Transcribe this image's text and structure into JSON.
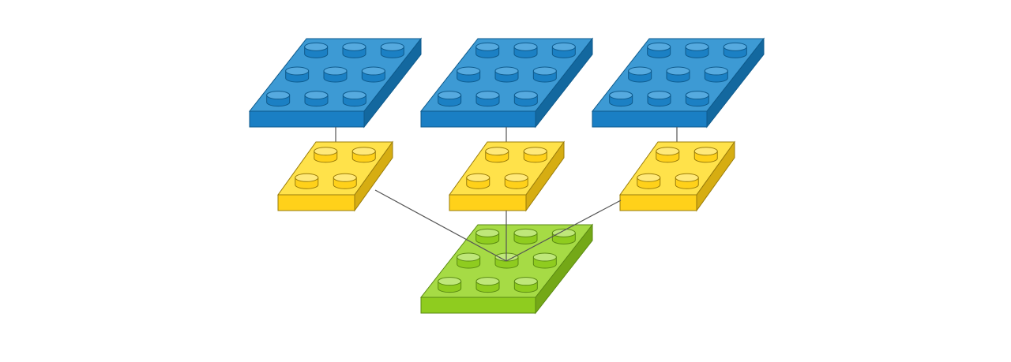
{
  "diagram": {
    "colors": {
      "blue": {
        "top": "#3d9ad4",
        "front": "#1a7fc4",
        "side": "#13689f",
        "stroke": "#0e5a8c",
        "stud_top": "#56aadf",
        "stud_side": "#1b80c4"
      },
      "yellow": {
        "top": "#ffe24a",
        "front": "#ffd11a",
        "side": "#d6ad12",
        "stroke": "#9a7c0a",
        "stud_top": "#ffe97a",
        "stud_side": "#ffd11a"
      },
      "green": {
        "top": "#a6db45",
        "front": "#8fcc1f",
        "side": "#74a817",
        "stroke": "#5a8a12",
        "stud_top": "#bfe77a",
        "stud_side": "#8fcc1f"
      },
      "connector": "#555555"
    },
    "bricks": [
      {
        "id": "blue-brick-1",
        "color": "blue",
        "studs": "3x3"
      },
      {
        "id": "blue-brick-2",
        "color": "blue",
        "studs": "3x3"
      },
      {
        "id": "blue-brick-3",
        "color": "blue",
        "studs": "3x3"
      },
      {
        "id": "yellow-brick-1",
        "color": "yellow",
        "studs": "2x2"
      },
      {
        "id": "yellow-brick-2",
        "color": "yellow",
        "studs": "2x2"
      },
      {
        "id": "yellow-brick-3",
        "color": "yellow",
        "studs": "2x2"
      },
      {
        "id": "green-brick",
        "color": "green",
        "studs": "3x3"
      }
    ],
    "connections": [
      [
        "blue-brick-1",
        "yellow-brick-1"
      ],
      [
        "blue-brick-2",
        "yellow-brick-2"
      ],
      [
        "blue-brick-3",
        "yellow-brick-3"
      ],
      [
        "yellow-brick-1",
        "green-brick"
      ],
      [
        "yellow-brick-2",
        "green-brick"
      ],
      [
        "yellow-brick-3",
        "green-brick"
      ]
    ]
  }
}
